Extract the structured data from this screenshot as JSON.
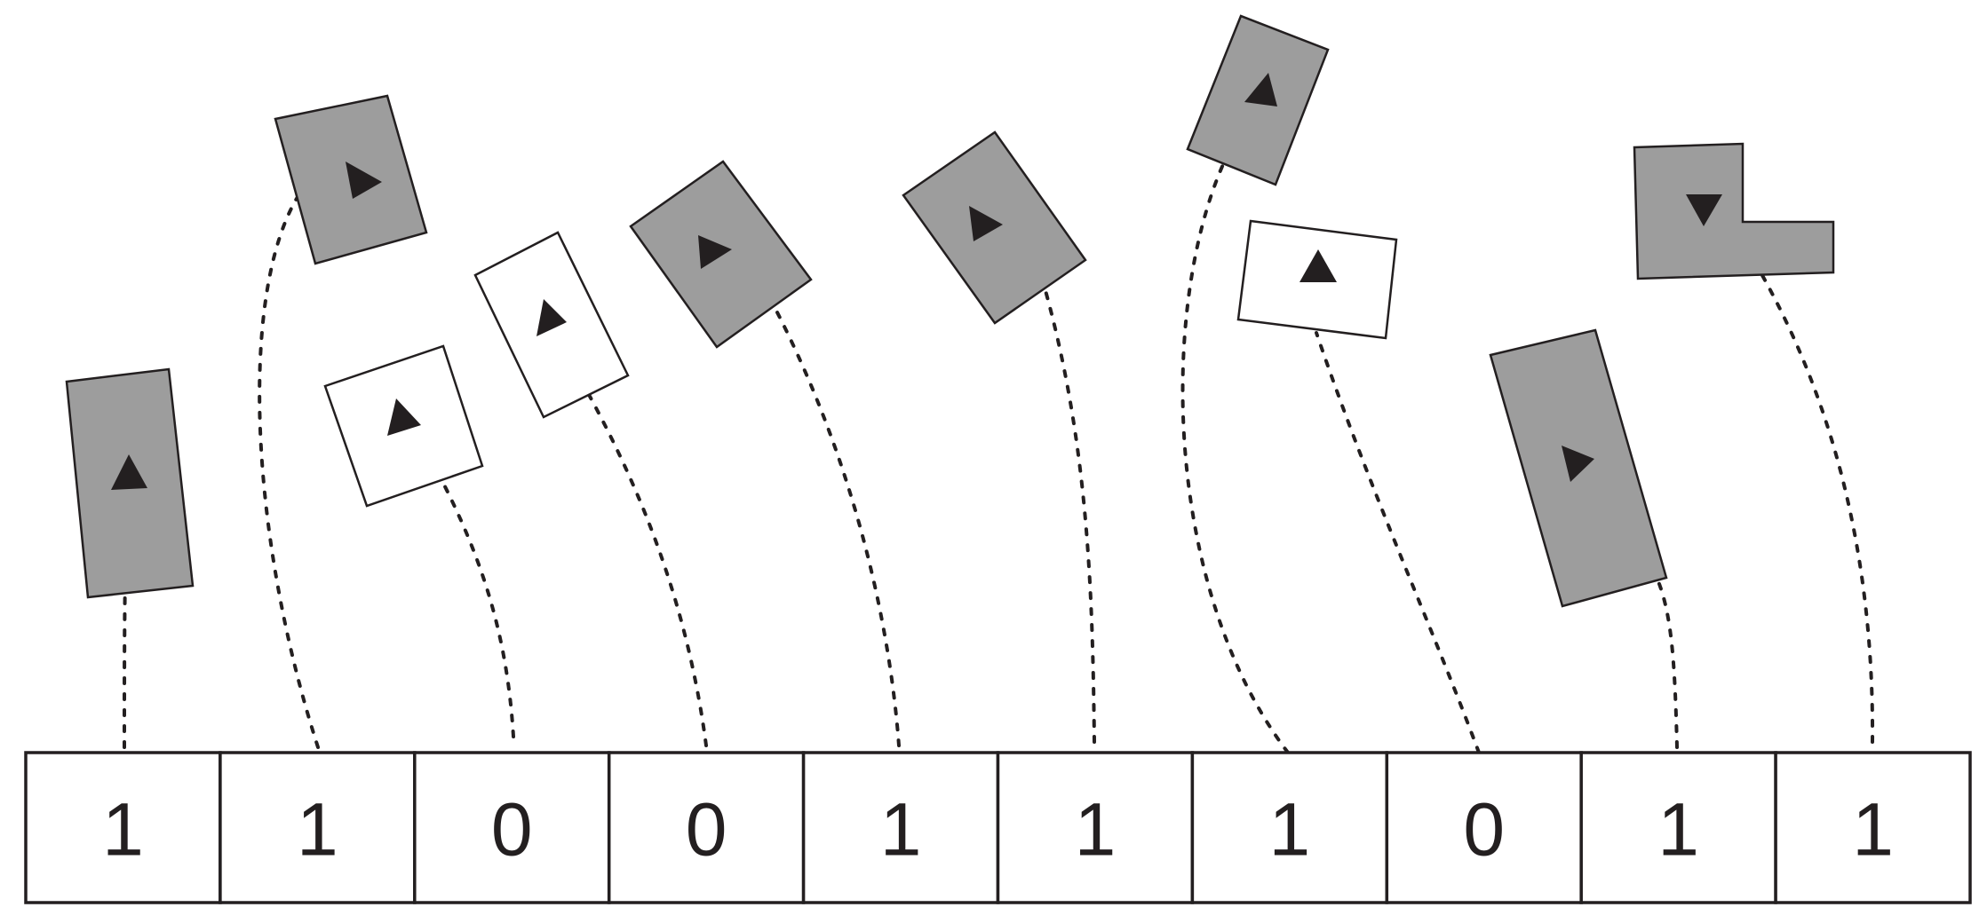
{
  "strip": {
    "cells": [
      "1",
      "1",
      "0",
      "0",
      "1",
      "1",
      "1",
      "0",
      "1",
      "1"
    ]
  },
  "colors": {
    "shaded_block": "#9d9d9d",
    "empty_block": "#ffffff",
    "stroke": "#231f20"
  },
  "blocks": [
    {
      "id": "block-1",
      "cell": 1,
      "fill": "shaded",
      "shape": "rectangle"
    },
    {
      "id": "block-2",
      "cell": 2,
      "fill": "shaded",
      "shape": "rectangle"
    },
    {
      "id": "block-3",
      "cell": 3,
      "fill": "empty",
      "shape": "rectangle"
    },
    {
      "id": "block-4",
      "cell": 4,
      "fill": "empty",
      "shape": "rectangle"
    },
    {
      "id": "block-5",
      "cell": 5,
      "fill": "shaded",
      "shape": "rectangle"
    },
    {
      "id": "block-6",
      "cell": 6,
      "fill": "shaded",
      "shape": "rectangle"
    },
    {
      "id": "block-7",
      "cell": 7,
      "fill": "shaded",
      "shape": "rectangle"
    },
    {
      "id": "block-8",
      "cell": 8,
      "fill": "empty",
      "shape": "rectangle"
    },
    {
      "id": "block-9",
      "cell": 9,
      "fill": "shaded",
      "shape": "rectangle"
    },
    {
      "id": "block-10",
      "cell": 10,
      "fill": "shaded",
      "shape": "L-shape"
    }
  ]
}
